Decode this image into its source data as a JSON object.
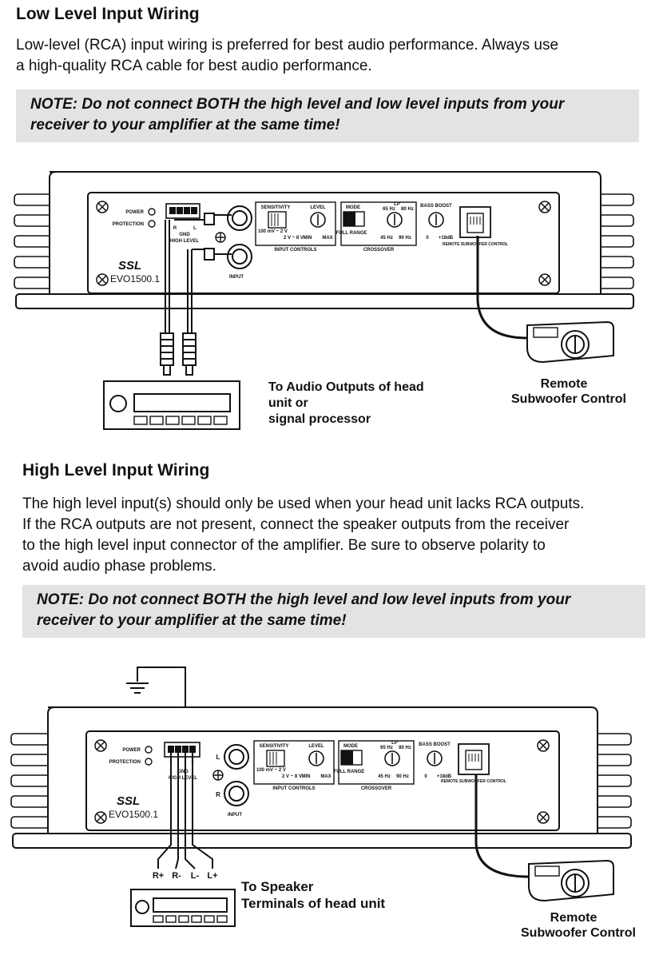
{
  "low": {
    "heading": "Low Level Input Wiring",
    "para_lines": [
      "Low-level (RCA) input wiring is preferred for best audio performance. Always use",
      "a high-quality RCA cable for best audio performance."
    ],
    "note_lines": [
      "NOTE: Do not connect BOTH the high level and low level inputs from your",
      "receiver to your amplifier at the same time!"
    ],
    "diagram": {
      "head_unit_lines": [
        "To Audio Outputs of head",
        "unit or",
        "signal processor"
      ],
      "remote_lines": [
        "Remote",
        "Subwoofer Control"
      ]
    }
  },
  "high": {
    "heading": "High Level Input Wiring",
    "para_lines": [
      "The high level input(s) should only be used when your head unit lacks RCA outputs.",
      "If the RCA outputs are not present, connect the speaker outputs from the receiver",
      "to the high level input connector of the amplifier. Be sure to observe polarity to",
      "avoid audio phase problems."
    ],
    "note_lines": [
      "NOTE: Do not connect BOTH the high level and low level inputs from your",
      "receiver to your amplifier at the same time!"
    ],
    "diagram": {
      "wire_labels": [
        "R+",
        "R-",
        "L-",
        "L+"
      ],
      "head_unit_lines": [
        "To Speaker",
        "Terminals of head unit"
      ],
      "remote_lines": [
        "Remote",
        "Subwoofer Control"
      ]
    }
  },
  "amp_panel": {
    "power": "POWER",
    "protection": "PROTECTION",
    "high_level": "HIGH LEVEL",
    "gnd": "GND",
    "input": "INPUT",
    "sensitivity": "SENSITIVITY",
    "level": "LEVEL",
    "sens_min": "100 mV ~ 2 V",
    "sens_max": "2 V ~ 8 V",
    "min": "MIN",
    "max": "MAX",
    "input_controls": "INPUT CONTROLS",
    "mode": "MODE",
    "lp": "LP",
    "full_range": "FULL RANGE",
    "f65": "65 Hz",
    "f80": "80 Hz",
    "f45": "45 Hz",
    "f90": "90 Hz",
    "crossover": "CROSSOVER",
    "bass_boost": "BASS BOOST",
    "bb0": "0",
    "bb18": "+18dB",
    "remote_conn": "REMOTE SUBWOOFER CONTROL",
    "brand": "SSL",
    "model": "EVO1500.1",
    "low_terms": [
      "R",
      "L"
    ],
    "high_terms": [
      "+",
      "-",
      "-",
      "+"
    ],
    "rca_side": [
      "L",
      "R"
    ]
  },
  "colors": {
    "note_bg": "#e3e3e3",
    "line": "#111111"
  }
}
